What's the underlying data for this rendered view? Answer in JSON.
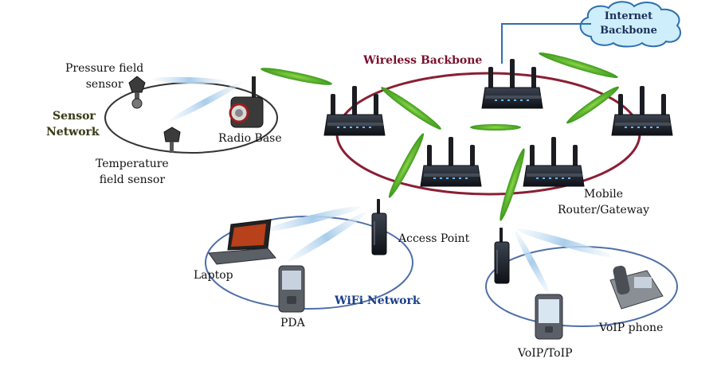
{
  "internet_backbone": {
    "line1": "Internet",
    "line2": "Backbone"
  },
  "wireless_backbone": {
    "label": "Wireless Backbone"
  },
  "sensor_network": {
    "label_line1": "Sensor",
    "label_line2": "Network",
    "pressure_sensor_line1": "Pressure field",
    "pressure_sensor_line2": "sensor",
    "temperature_sensor_line1": "Temperature",
    "temperature_sensor_line2": "field sensor",
    "radio_base": "Radio Base"
  },
  "mobile_router": {
    "line1": "Mobile",
    "line2": "Router/Gateway"
  },
  "wifi_network": {
    "label": "WiFi Network",
    "access_point": "Access Point",
    "laptop": "Laptop",
    "pda": "PDA"
  },
  "voip_network": {
    "voip_toip": "VoIP/ToIP",
    "voip_phone": "VoIP phone"
  },
  "colors": {
    "backbone_ring": "#8a1f35",
    "network_ring": "#4f6fa8",
    "green_link": "#5fb52a",
    "blue_link": "#9fc4e6",
    "cloud_fill": "#cdeefa",
    "cloud_stroke": "#2d6fae"
  }
}
